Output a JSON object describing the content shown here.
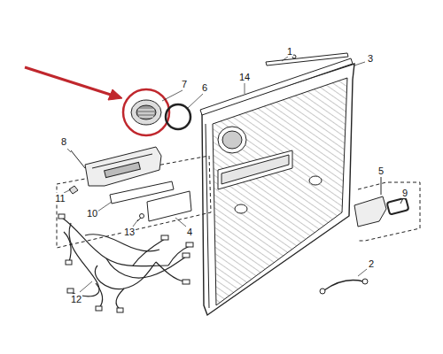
{
  "diagram": {
    "labels": [
      "1",
      "3",
      "7",
      "6",
      "14",
      "8",
      "5",
      "9",
      "11",
      "10",
      "4",
      "13",
      "12",
      "2"
    ]
  }
}
